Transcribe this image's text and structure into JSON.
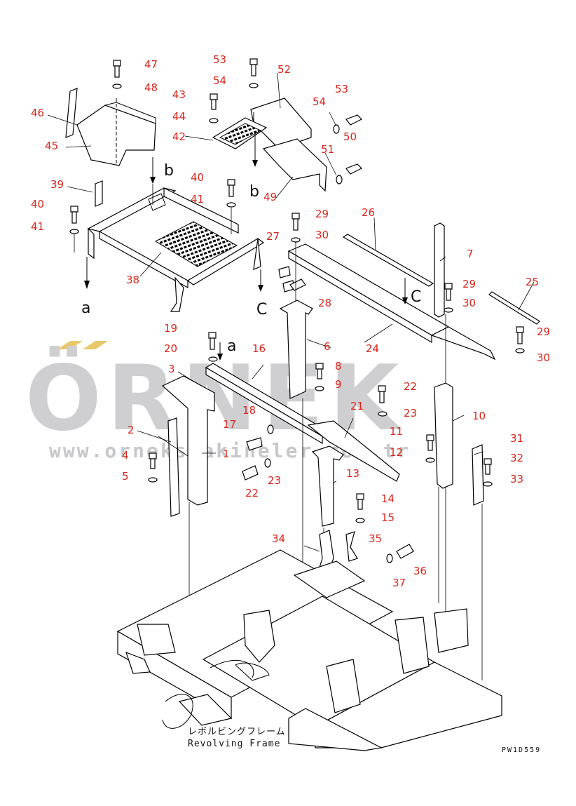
{
  "callouts": [
    "1",
    "2",
    "3",
    "4",
    "5",
    "6",
    "7",
    "8",
    "9",
    "10",
    "11",
    "12",
    "13",
    "14",
    "15",
    "17",
    "18",
    "19",
    "20",
    "21",
    "22",
    "22",
    "23",
    "23",
    "24",
    "25",
    "26",
    "27",
    "28",
    "29",
    "29",
    "29",
    "30",
    "30",
    "30",
    "31",
    "32",
    "33",
    "34",
    "35",
    "36",
    "37",
    "38",
    "39",
    "40",
    "40",
    "41",
    "41",
    "42",
    "43",
    "44",
    "45",
    "46",
    "47",
    "48",
    "49",
    "50",
    "51",
    "52",
    "53",
    "53",
    "54",
    "54",
    "16"
  ],
  "view_markers": [
    "a",
    "a",
    "b",
    "b",
    "C",
    "C"
  ],
  "frame_label_jp": "レボルビングフレーム",
  "frame_label_en": "Revolving Frame",
  "drawing_code": "PW1D559",
  "watermark_brand": "ÖRNEK",
  "watermark_url": "www.orneksmakineler.com.tr",
  "colors": {
    "callout": "#d8261c",
    "line": "#000000",
    "watermark": "#cfcfd2",
    "watermark_accent": "#e8c86a"
  }
}
